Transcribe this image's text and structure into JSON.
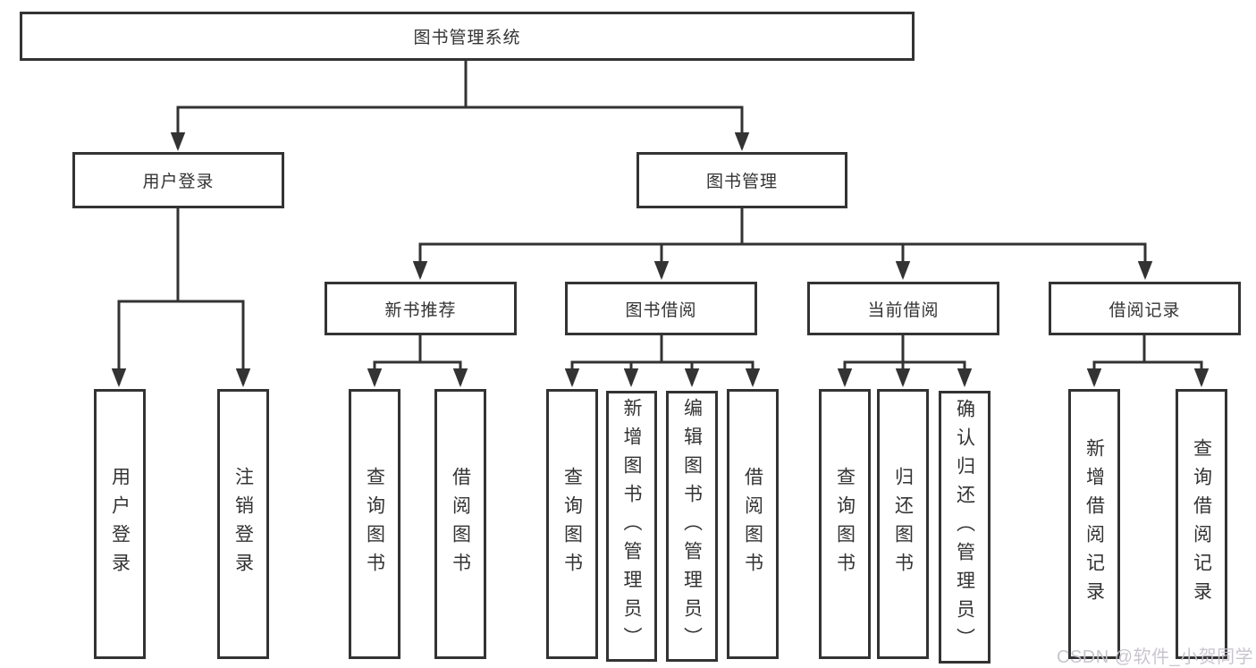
{
  "tree": {
    "root": {
      "label": "图书管理系统"
    },
    "children": [
      {
        "label": "用户登录",
        "children": [
          {
            "label": "用户登录"
          },
          {
            "label": "注销登录"
          }
        ]
      },
      {
        "label": "图书管理",
        "children": [
          {
            "label": "新书推荐",
            "children": [
              {
                "label": "查询图书"
              },
              {
                "label": "借阅图书"
              }
            ]
          },
          {
            "label": "图书借阅",
            "children": [
              {
                "label": "查询图书"
              },
              {
                "label": "新增图书（管理员）"
              },
              {
                "label": "编辑图书（管理员）"
              },
              {
                "label": "借阅图书"
              }
            ]
          },
          {
            "label": "当前借阅",
            "children": [
              {
                "label": "查询图书"
              },
              {
                "label": "归还图书"
              },
              {
                "label": "确认归还（管理员）"
              }
            ]
          },
          {
            "label": "借阅记录",
            "children": [
              {
                "label": "新增借阅记录"
              },
              {
                "label": "查询借阅记录"
              }
            ]
          }
        ]
      }
    ]
  },
  "watermark": "CSDN @软件_小贺同学",
  "colors": {
    "line": "#333333",
    "text": "#333333",
    "background": "#ffffff",
    "watermark": "#c6c2cb"
  }
}
